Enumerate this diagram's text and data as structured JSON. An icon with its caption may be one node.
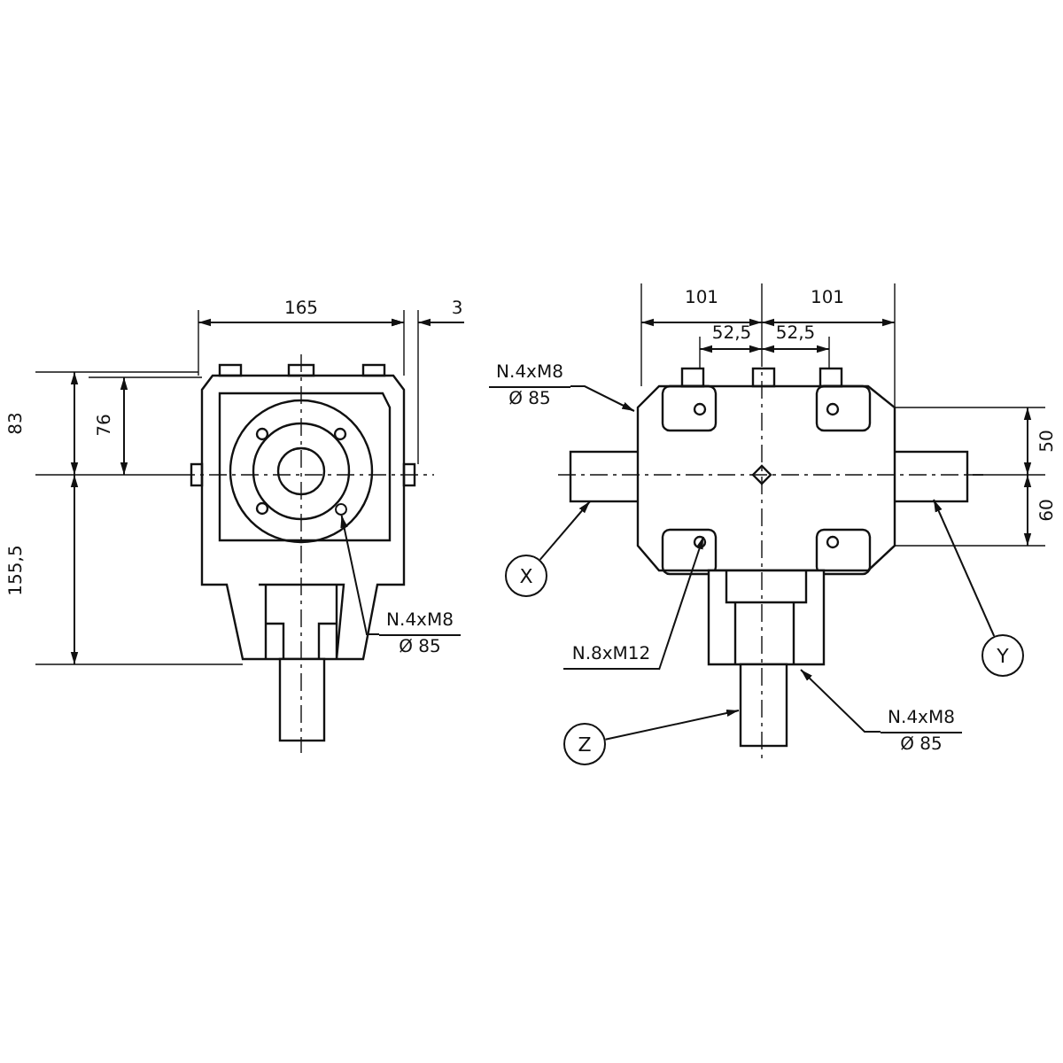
{
  "diagram": {
    "nodes": [
      {
        "text": [
          "N.4xM8",
          "Ø 85"
        ]
      },
      {
        "text": [
          "N.4xM8",
          "Ø 85"
        ]
      },
      {
        "text": [
          "X"
        ]
      },
      {
        "text": [
          "N.8xM12"
        ]
      },
      {
        "text": [
          "Y"
        ]
      },
      {
        "text": [
          "Z"
        ]
      },
      {
        "text": [
          "N.4xM8",
          "Ø 85"
        ]
      },
      {
        "text": [],
        "shape": "circle"
      }
    ],
    "edges": [
      {
        "from": 0,
        "to": 7,
        "arrow": "to"
      },
      {
        "from": 1,
        "to": null,
        "arrow": "to"
      },
      {
        "from": 2,
        "to": null,
        "arrow": "to"
      },
      {
        "from": 3,
        "to": null,
        "arrow": "to"
      },
      {
        "from": 4,
        "to": null,
        "arrow": "to"
      },
      {
        "from": 5,
        "to": null,
        "arrow": "to"
      },
      {
        "from": 6,
        "to": null,
        "arrow": "to"
      }
    ],
    "labels": [
      "165",
      "3",
      "83",
      "76",
      "155,5",
      "101",
      "101",
      "52,5",
      "52,5",
      "50",
      "60"
    ]
  }
}
